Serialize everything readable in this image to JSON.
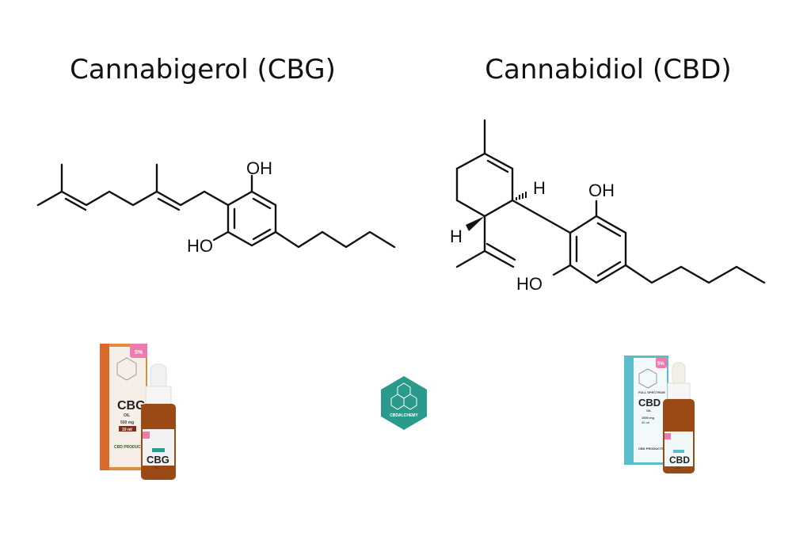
{
  "left": {
    "title": "Cannabigerol (CBG)",
    "atoms": {
      "oh_top": "OH",
      "ho_bottom": "HO"
    },
    "product": {
      "box_badge": "5%",
      "name": "CBG",
      "subtitle": "OIL",
      "strength": "500 mg",
      "volume": "10 ml",
      "brand_line": "CBD PRODUCTS",
      "bottle_name": "CBG",
      "bottle_sub": "OIL",
      "box_color": "#e07a2f",
      "accent": "#2a9b8a"
    }
  },
  "right": {
    "title": "Cannabidiol (CBD)",
    "atoms": {
      "h_upper": "H",
      "h_lower": "H",
      "oh_top": "OH",
      "ho_bottom": "HO"
    },
    "product": {
      "box_badge": "5%",
      "top_line": "FULL SPECTRUM",
      "name": "CBD",
      "subtitle": "OIL",
      "strength": "1500 mg",
      "volume": "30 ml",
      "brand_line": "CBD PRODUCTS",
      "bottle_name": "CBD",
      "bottle_sub": "OIL",
      "box_color": "#5bbccc",
      "accent": "#2a9b8a"
    }
  },
  "logo": {
    "text": "CBDALCHEMY",
    "color": "#2a9b8a"
  }
}
